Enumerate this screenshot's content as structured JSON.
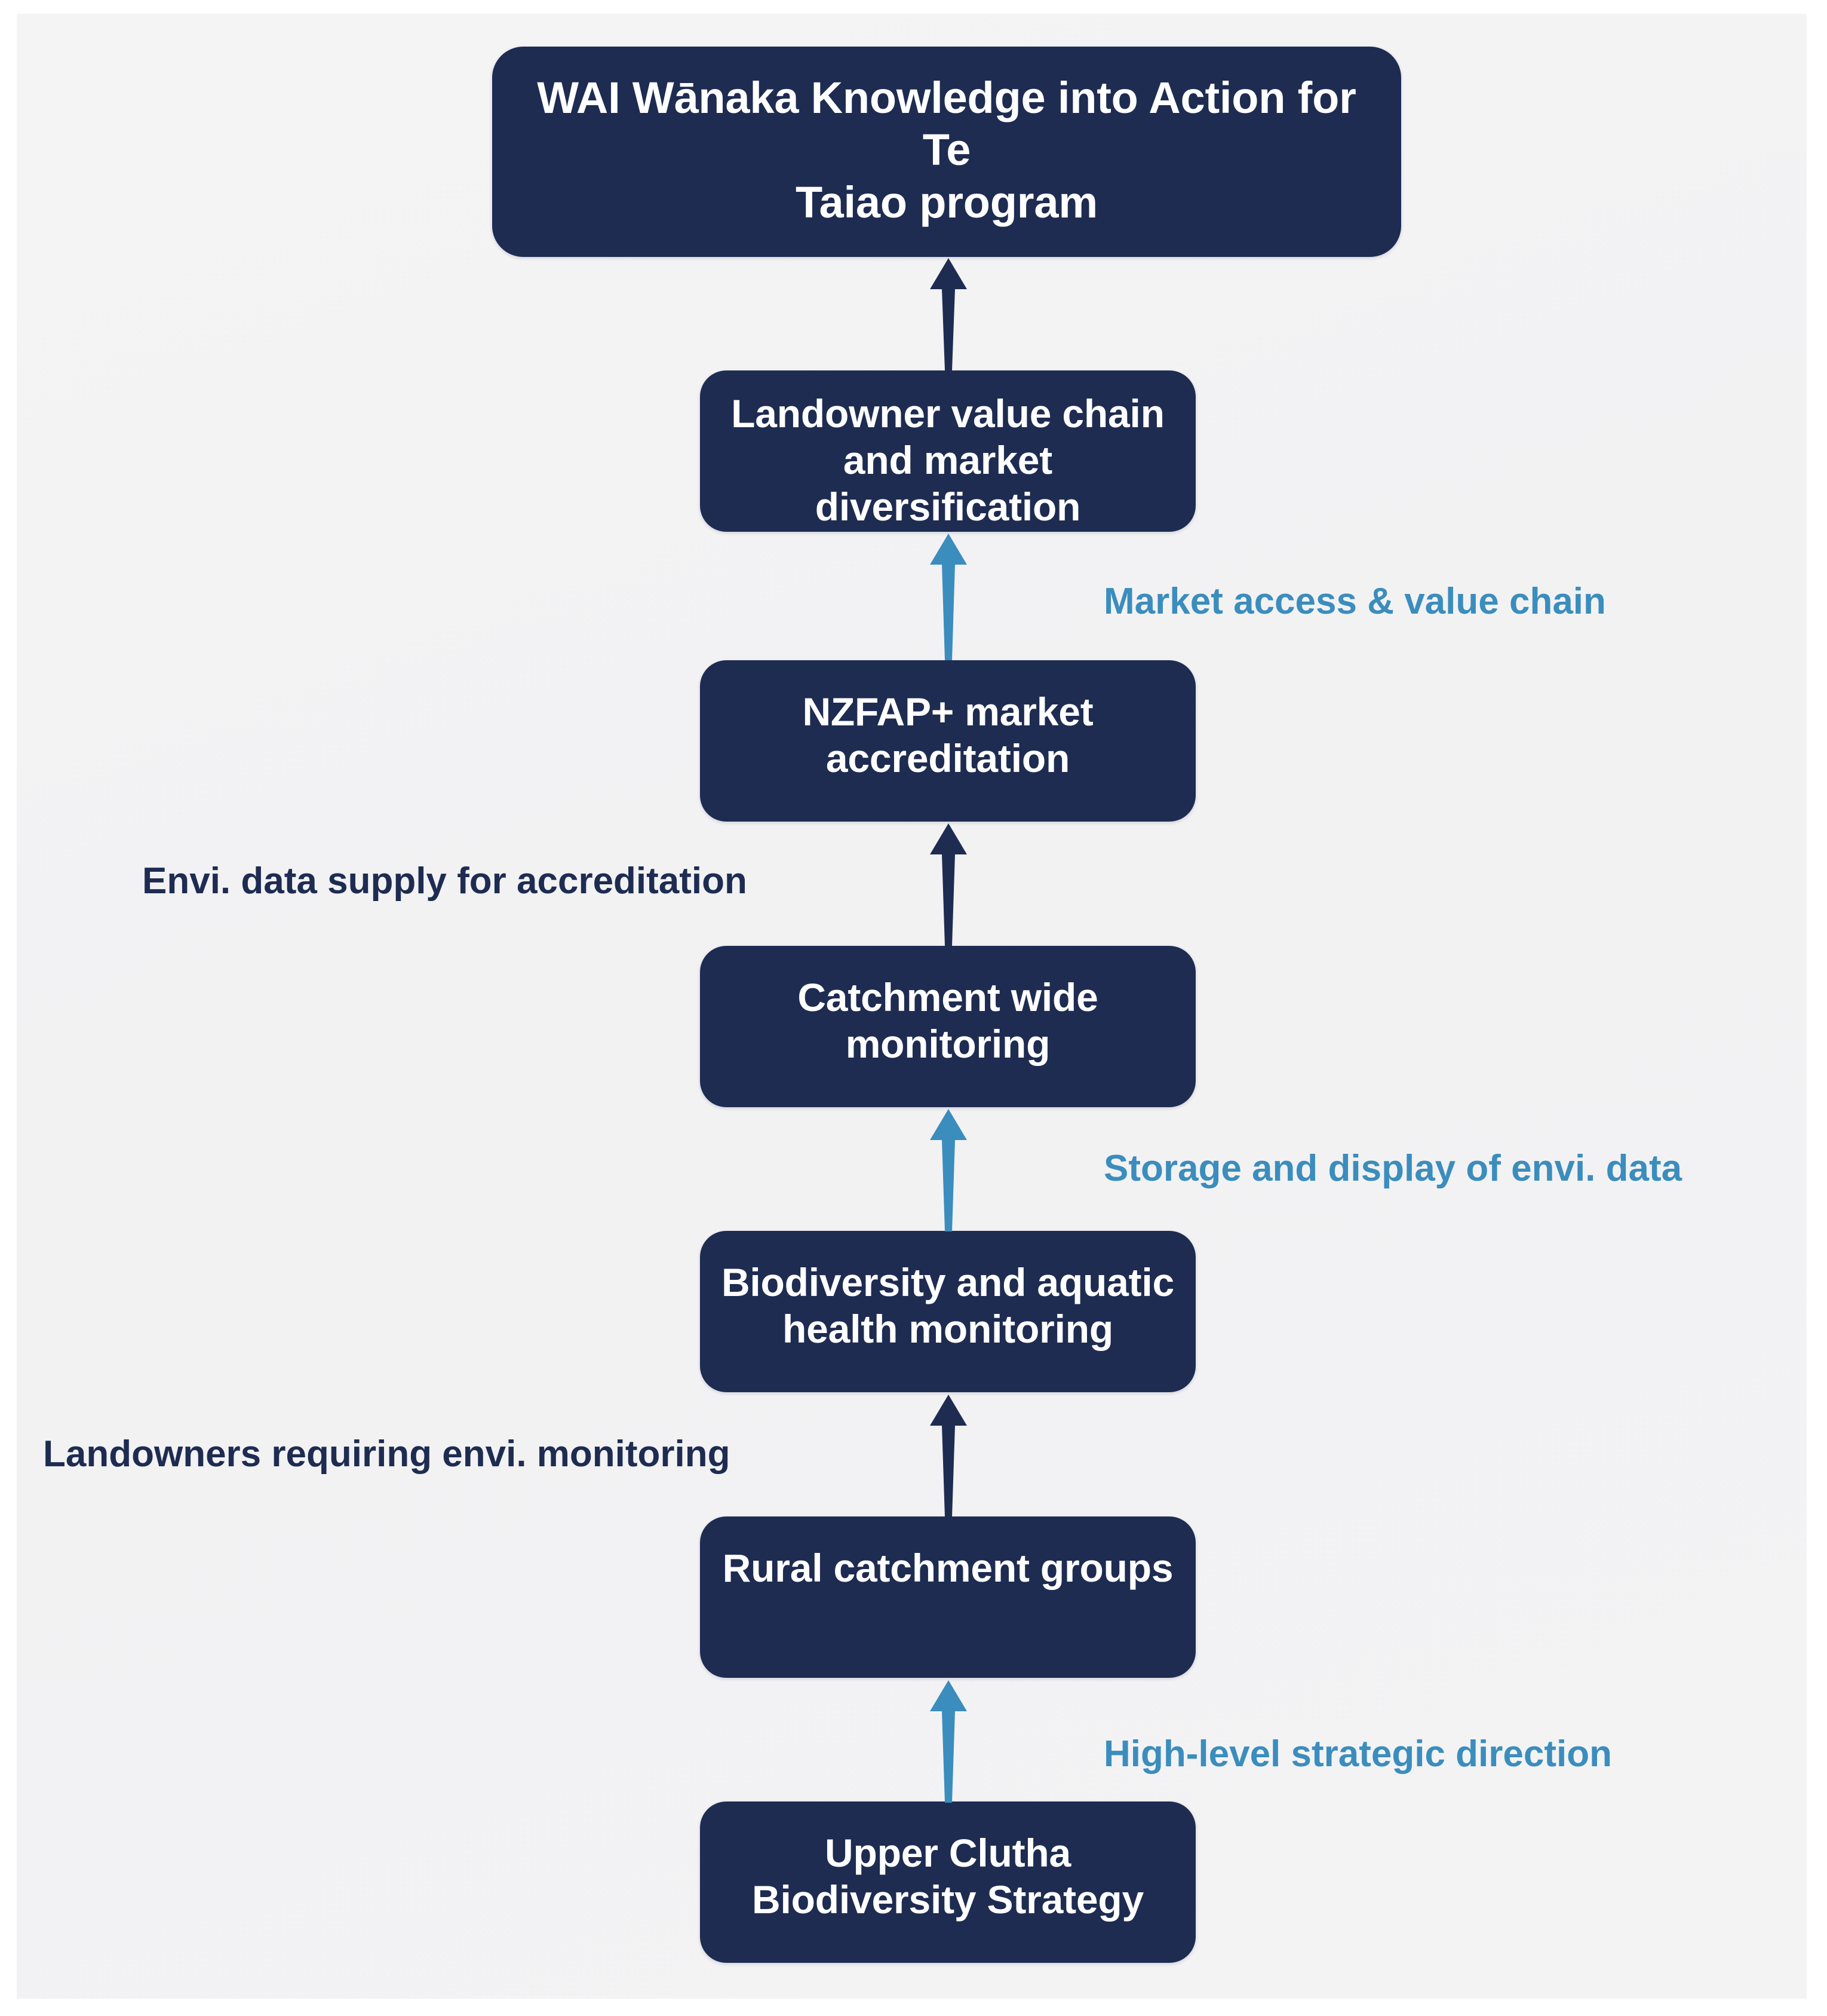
{
  "diagram": {
    "title_node": "WAI Wānaka Knowledge into Action for Te Taiao program",
    "background_color": "#f3f3f4",
    "node_color": "#1e2c52",
    "node_text_color": "#ffffff",
    "arrow_navy_color": "#1e2c52",
    "arrow_blue_color": "#3b8dbd",
    "label_navy_color": "#1e2c52",
    "label_blue_color": "#3b8dbd"
  },
  "nodes": [
    {
      "id": "program",
      "label": "WAI Wānaka Knowledge into Action for Te\nTaiao program"
    },
    {
      "id": "landowner",
      "label": "Landowner value chain\nand market\ndiversification"
    },
    {
      "id": "nzfap",
      "label": "NZFAP+ market\naccreditation"
    },
    {
      "id": "catchment",
      "label": "Catchment wide\nmonitoring"
    },
    {
      "id": "biodiversity",
      "label": "Biodiversity and aquatic\nhealth monitoring"
    },
    {
      "id": "rural",
      "label": "Rural catchment groups"
    },
    {
      "id": "strategy",
      "label": "Upper Clutha\nBiodiversity Strategy"
    }
  ],
  "edge_labels": [
    {
      "id": "market-access",
      "text": "Market access & value chain",
      "color": "blue",
      "side": "right"
    },
    {
      "id": "envi-data",
      "text": "Envi. data supply for accreditation",
      "color": "navy",
      "side": "left"
    },
    {
      "id": "storage-display",
      "text": "Storage and display of envi. data",
      "color": "blue",
      "side": "right"
    },
    {
      "id": "landowners-req",
      "text": "Landowners requiring envi. monitoring",
      "color": "navy",
      "side": "left"
    },
    {
      "id": "high-level",
      "text": "High-level strategic direction",
      "color": "blue",
      "side": "right"
    }
  ],
  "arrows": [
    {
      "id": "strategy-to-rural",
      "color": "blue"
    },
    {
      "id": "rural-to-biodiversity",
      "color": "navy"
    },
    {
      "id": "biodiversity-to-catchment",
      "color": "blue"
    },
    {
      "id": "catchment-to-nzfap",
      "color": "navy"
    },
    {
      "id": "nzfap-to-landowner",
      "color": "blue"
    },
    {
      "id": "landowner-to-program",
      "color": "navy"
    }
  ]
}
